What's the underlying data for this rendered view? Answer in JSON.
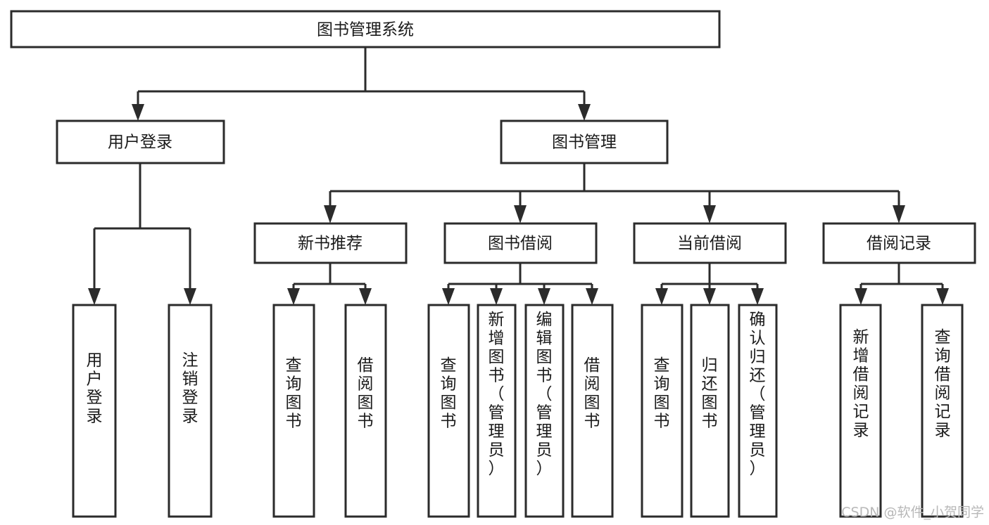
{
  "diagram": {
    "title": "图书管理系统",
    "type": "hierarchy-tree",
    "root": {
      "id": "root",
      "label": "图书管理系统"
    },
    "level1": [
      {
        "id": "user-login",
        "label": "用户登录"
      },
      {
        "id": "book-manage",
        "label": "图书管理"
      }
    ],
    "level2": [
      {
        "id": "new-book-recommend",
        "label": "新书推荐",
        "parent": "book-manage"
      },
      {
        "id": "book-borrow",
        "label": "图书借阅",
        "parent": "book-manage"
      },
      {
        "id": "current-borrow",
        "label": "当前借阅",
        "parent": "book-manage"
      },
      {
        "id": "borrow-record",
        "label": "借阅记录",
        "parent": "book-manage"
      }
    ],
    "leaves": [
      {
        "id": "leaf-user-login",
        "label": "用户登录",
        "parent": "user-login"
      },
      {
        "id": "leaf-user-logout",
        "label": "注销登录",
        "parent": "user-login"
      },
      {
        "id": "leaf-query-book-1",
        "label": "查询图书",
        "parent": "new-book-recommend"
      },
      {
        "id": "leaf-borrow-book-1",
        "label": "借阅图书",
        "parent": "new-book-recommend"
      },
      {
        "id": "leaf-query-book-2",
        "label": "查询图书",
        "parent": "book-borrow"
      },
      {
        "id": "leaf-add-book",
        "label": "新增图书（管理员）",
        "parent": "book-borrow"
      },
      {
        "id": "leaf-edit-book",
        "label": "编辑图书（管理员）",
        "parent": "book-borrow"
      },
      {
        "id": "leaf-borrow-book-2",
        "label": "借阅图书",
        "parent": "book-borrow"
      },
      {
        "id": "leaf-query-book-3",
        "label": "查询图书",
        "parent": "current-borrow"
      },
      {
        "id": "leaf-return-book",
        "label": "归还图书",
        "parent": "current-borrow"
      },
      {
        "id": "leaf-confirm-return",
        "label": "确认归还（管理员）",
        "parent": "current-borrow"
      },
      {
        "id": "leaf-add-record",
        "label": "新增借阅记录",
        "parent": "borrow-record"
      },
      {
        "id": "leaf-query-record",
        "label": "查询借阅记录",
        "parent": "borrow-record"
      }
    ],
    "colors": {
      "box_stroke": "#2b2b2b",
      "box_fill": "#ffffff",
      "connector": "#2b2b2b",
      "label_text": "#1a1a1a",
      "watermark": "#b8b8b8",
      "canvas": "#ffffff"
    }
  },
  "watermark": {
    "text": "CSDN @软件_小贺同学"
  }
}
